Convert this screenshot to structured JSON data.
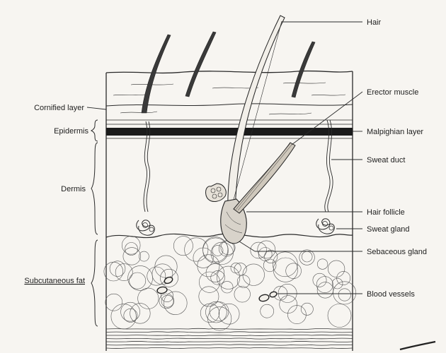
{
  "diagram": {
    "left_labels": {
      "cornified_layer": "Cornified layer",
      "epidermis": "Epidermis",
      "dermis": "Dermis",
      "subcutaneous_fat": "Subcutaneous fat"
    },
    "right_labels": {
      "hair": "Hair",
      "erector_muscle": "Erector muscle",
      "malpighian_layer": "Malpighian layer",
      "sweat_duct": "Sweat duct",
      "hair_follicle": "Hair follicle",
      "sweat_gland": "Sweat gland",
      "sebaceous_gland": "Sebaceous gland",
      "blood_vessels": "Blood vessels"
    }
  }
}
